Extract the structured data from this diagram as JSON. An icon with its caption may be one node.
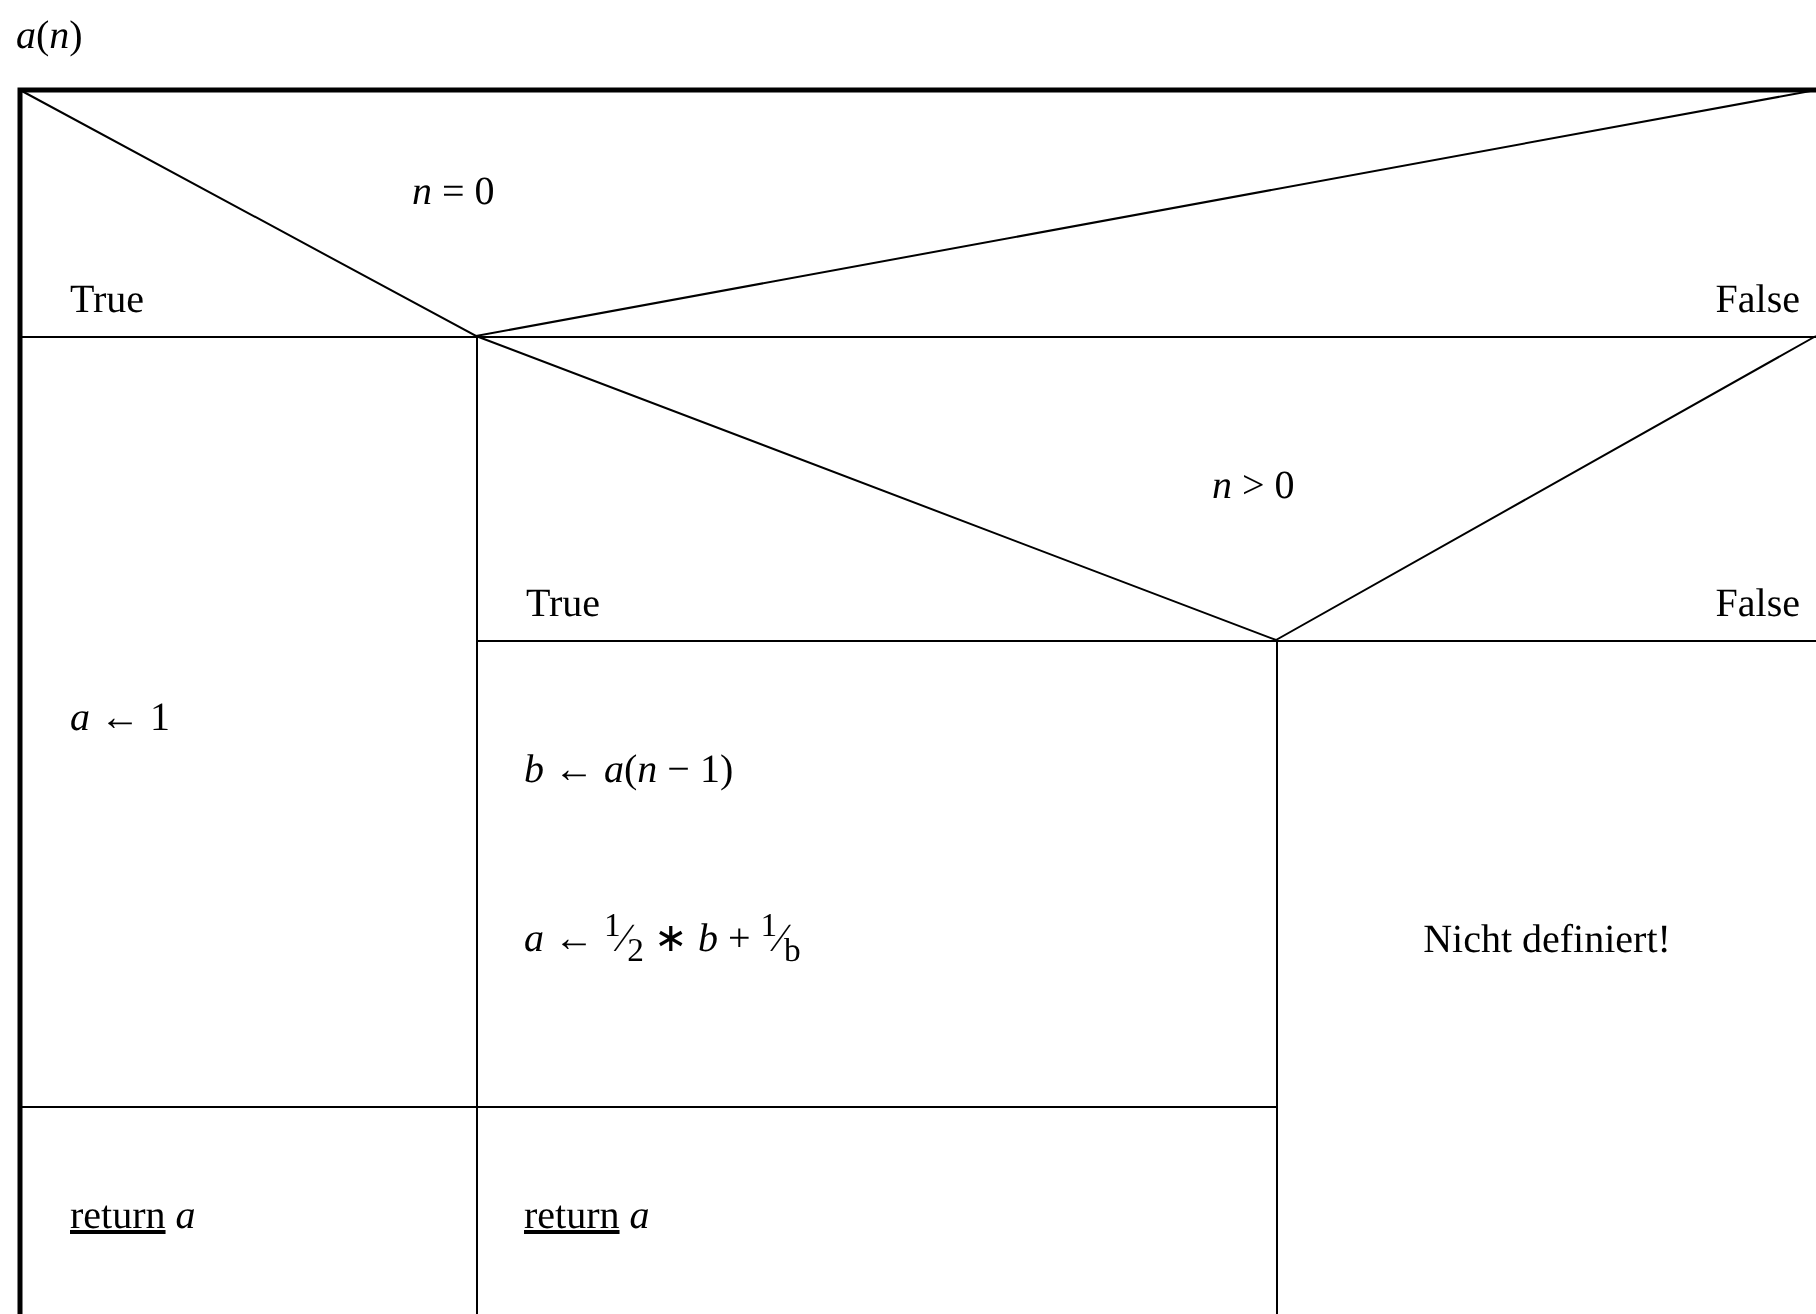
{
  "diagram": {
    "nodes": [
      {
        "text": [
          "*a*(*n*)"
        ]
      },
      {
        "text": [
          "*n* = 0",
          "True",
          "False"
        ],
        "in": 0
      },
      {
        "text": [
          "*a* ← 1"
        ],
        "in": 0
      },
      {
        "text": [
          "*n* > 0",
          "True",
          "False"
        ],
        "in": 0
      },
      {
        "text": [
          "*b* ← *a*(*n* − 1)",
          "*a* ← $^{1}$⁄$_{2}$ ∗ *b* + $^{1}$⁄$_{b}$"
        ],
        "in": 0
      },
      {
        "text": [
          "Nicht definiert!"
        ],
        "in": 0
      },
      {
        "text": [
          "return *a*"
        ],
        "in": 0
      },
      {
        "text": [
          "return *a*"
        ],
        "in": 0
      }
    ],
    "edges": []
  }
}
